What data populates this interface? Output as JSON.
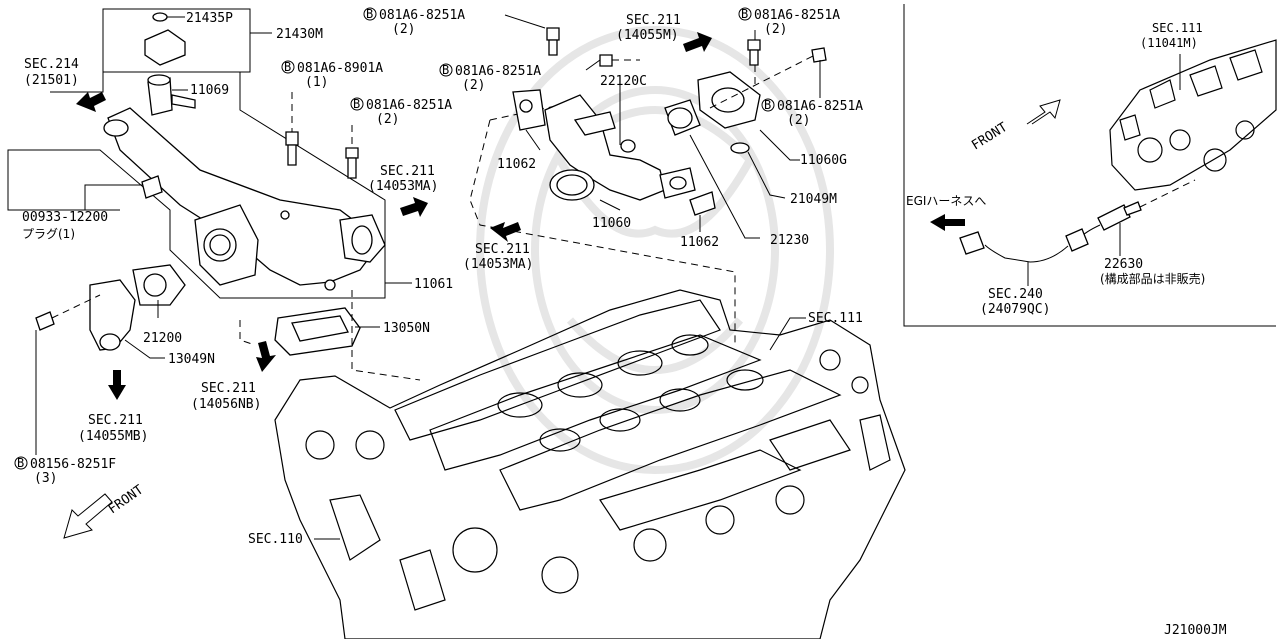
{
  "labels": {
    "p21435p": "21435P",
    "p21430m": "21430M",
    "sec214": "SEC.214",
    "sec214_sub": "(21501)",
    "p11069": "11069",
    "b1": "081A6-8251A",
    "b1_qty": "(2)",
    "b2": "081A6-8901A",
    "b2_qty": "(1)",
    "b3": "081A6-8251A",
    "b3_qty": "(2)",
    "b4": "081A6-8251A",
    "b4_qty": "(2)",
    "b5": "081A6-8251A",
    "b5_qty": "(2)",
    "b6": "081A6-8251A",
    "b6_qty": "(2)",
    "b7": "08156-8251F",
    "b7_qty": "(3)",
    "sec211_a": "SEC.211",
    "sec211_a_sub": "(14055M)",
    "p22120c": "22120C",
    "p00933": "00933-12200",
    "plug_jp": "プラグ(1)",
    "sec211_b": "SEC.211",
    "sec211_b_sub": "(14053MA)",
    "p11062a": "11062",
    "p11060": "11060",
    "p11062b": "11062",
    "p11060g": "11060G",
    "p21049m": "21049M",
    "p21230": "21230",
    "sec211_c": "SEC.211",
    "sec211_c_sub": "(14053MA)",
    "p11061": "11061",
    "p13050n": "13050N",
    "p21200": "21200",
    "p13049n": "13049N",
    "sec211_d": "SEC.211",
    "sec211_d_sub": "(14056NB)",
    "sec211_e": "SEC.211",
    "sec211_e_sub": "(14055MB)",
    "front_left": "FRONT",
    "sec110": "SEC.110",
    "sec111_main": "SEC.111",
    "sec111_inset": "SEC.111",
    "sec111_inset_sub": "(11041M)",
    "front_inset": "FRONT",
    "egi": "EGIハーネスへ",
    "p22630": "22630",
    "not_sold": "(構成部品は非販売)",
    "sec240": "SEC.240",
    "sec240_sub": "(24079QC)",
    "diagram_code": "J21000JM",
    "bolt_marker": "B"
  }
}
